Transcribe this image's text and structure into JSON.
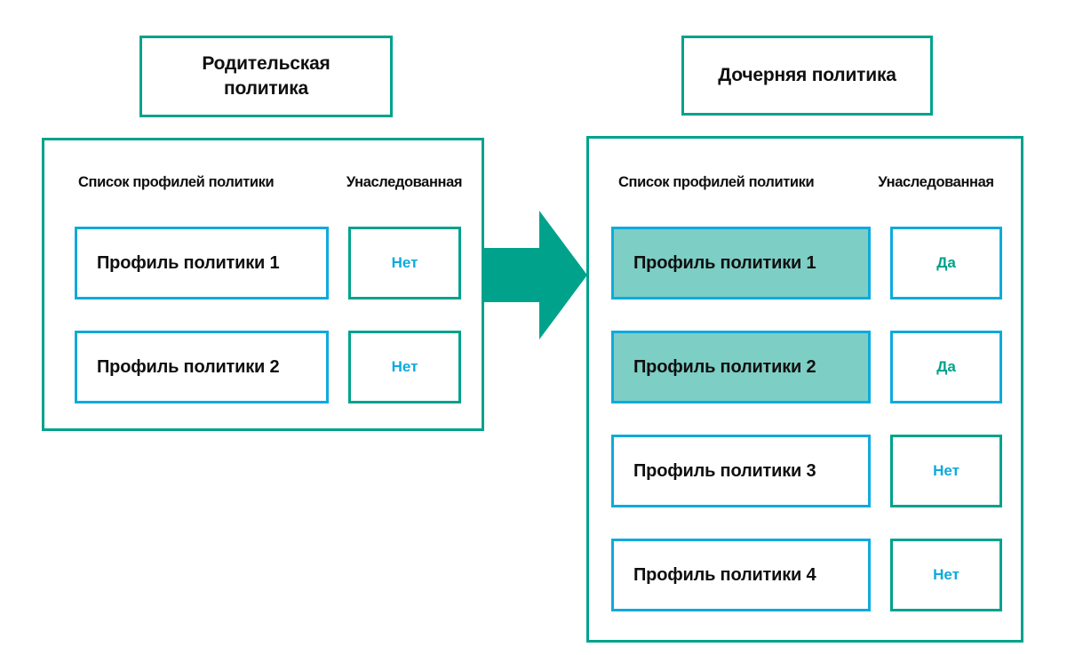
{
  "diagram": {
    "title_parent": "Родительская\nполитика",
    "title_child": "Дочерняя политика",
    "arrow_name": "inheritance-arrow-right",
    "colors": {
      "teal_border": "#00a28c",
      "blue_border": "#0eaade",
      "highlight_fill": "#7dcec5",
      "yes_text": "#00a28c",
      "no_text": "#0eaade",
      "text": "#0f0f0f",
      "background": "#ffffff"
    }
  },
  "parent_policy": {
    "title_line1": "Родительская",
    "title_line2": "политика",
    "headers": {
      "profiles": "Список профилей политики",
      "inherited": "Унаследованная"
    },
    "rows": [
      {
        "profile": "Профиль политики 1",
        "inherited": "Нет",
        "highlighted": false
      },
      {
        "profile": "Профиль политики 2",
        "inherited": "Нет",
        "highlighted": false
      }
    ]
  },
  "child_policy": {
    "title": "Дочерняя политика",
    "headers": {
      "profiles": "Список профилей политики",
      "inherited": "Унаследованная"
    },
    "rows": [
      {
        "profile": "Профиль политики 1",
        "inherited": "Да",
        "highlighted": true
      },
      {
        "profile": "Профиль политики 2",
        "inherited": "Да",
        "highlighted": true
      },
      {
        "profile": "Профиль политики 3",
        "inherited": "Нет",
        "highlighted": false
      },
      {
        "profile": "Профиль политики 4",
        "inherited": "Нет",
        "highlighted": false
      }
    ]
  }
}
